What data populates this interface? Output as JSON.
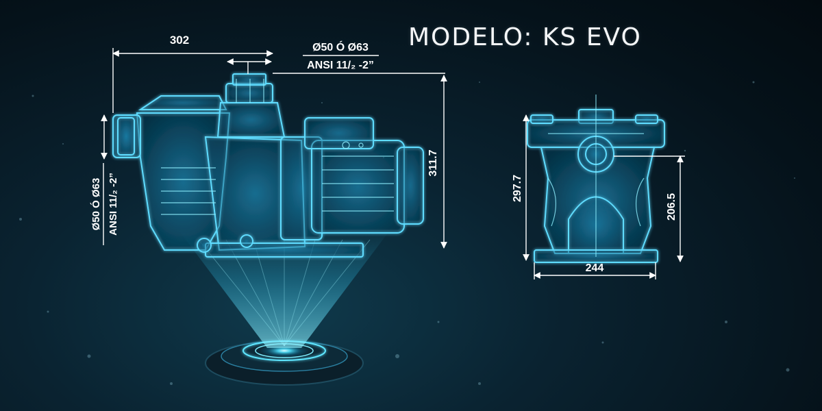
{
  "title": "MODELO: KS EVO",
  "side_view": {
    "width_top": "302",
    "outlet_top_line1": "Ø50 Ó  Ø63",
    "outlet_top_line2": "ANSI 11/₂ -2”",
    "inlet_side_line1": "Ø50 Ó  Ø63",
    "inlet_side_line2": "ANSI 11/₂ -2”",
    "height": "311.7"
  },
  "front_view": {
    "height_total": "297.7",
    "height_axis": "206.5",
    "width_base": "244"
  },
  "colors": {
    "hologram": "#4fd8ff",
    "hologram_glow": "#1fb4e6",
    "dimension_line": "#ffffff",
    "background": "#071821"
  }
}
